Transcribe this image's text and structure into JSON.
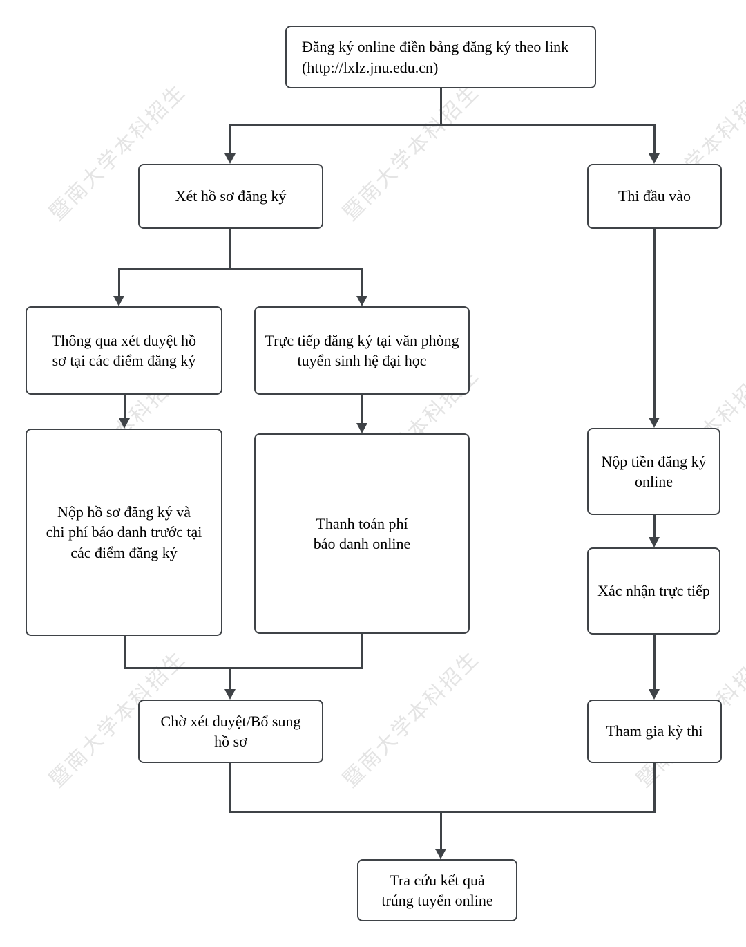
{
  "theme": {
    "border_color": "#3f4347",
    "connector_color": "#3f4347",
    "watermark_color": "#e4e4e4",
    "background": "#ffffff",
    "text_color": "#000000"
  },
  "watermark": {
    "text": "暨南大学本科招生"
  },
  "nodes": {
    "register_online": {
      "lines": [
        "Đăng ký online điền bảng đăng ký theo link",
        "(http://lxlz.jnu.edu.cn)"
      ]
    },
    "review_application": {
      "lines": [
        "Xét hồ sơ đăng ký"
      ]
    },
    "entrance_exam": {
      "lines": [
        "Thi đầu vào"
      ]
    },
    "approved_at_points": {
      "lines": [
        "Thông qua xét duyệt hồ",
        "sơ tại các điểm đăng ký"
      ]
    },
    "direct_at_office": {
      "lines": [
        "Trực tiếp đăng ký tại văn phòng",
        "tuyển sinh hệ đại học"
      ]
    },
    "submit_docs_fee": {
      "lines": [
        "Nộp hồ sơ đăng ký và",
        "chi phí báo danh trước tại",
        "các điểm đăng ký"
      ]
    },
    "pay_fee_online": {
      "lines": [
        "Thanh toán phí",
        "báo danh online"
      ]
    },
    "pay_registration_online": {
      "lines": [
        "Nộp tiền đăng ký",
        "online"
      ]
    },
    "direct_confirmation": {
      "lines": [
        "Xác nhận trực tiếp"
      ]
    },
    "take_exam": {
      "lines": [
        "Tham gia kỳ thi"
      ]
    },
    "wait_review": {
      "lines": [
        "Chờ xét duyệt/Bổ sung",
        "hồ sơ"
      ]
    },
    "check_results": {
      "lines": [
        "Tra cứu kết quả",
        "trúng tuyển online"
      ]
    }
  }
}
